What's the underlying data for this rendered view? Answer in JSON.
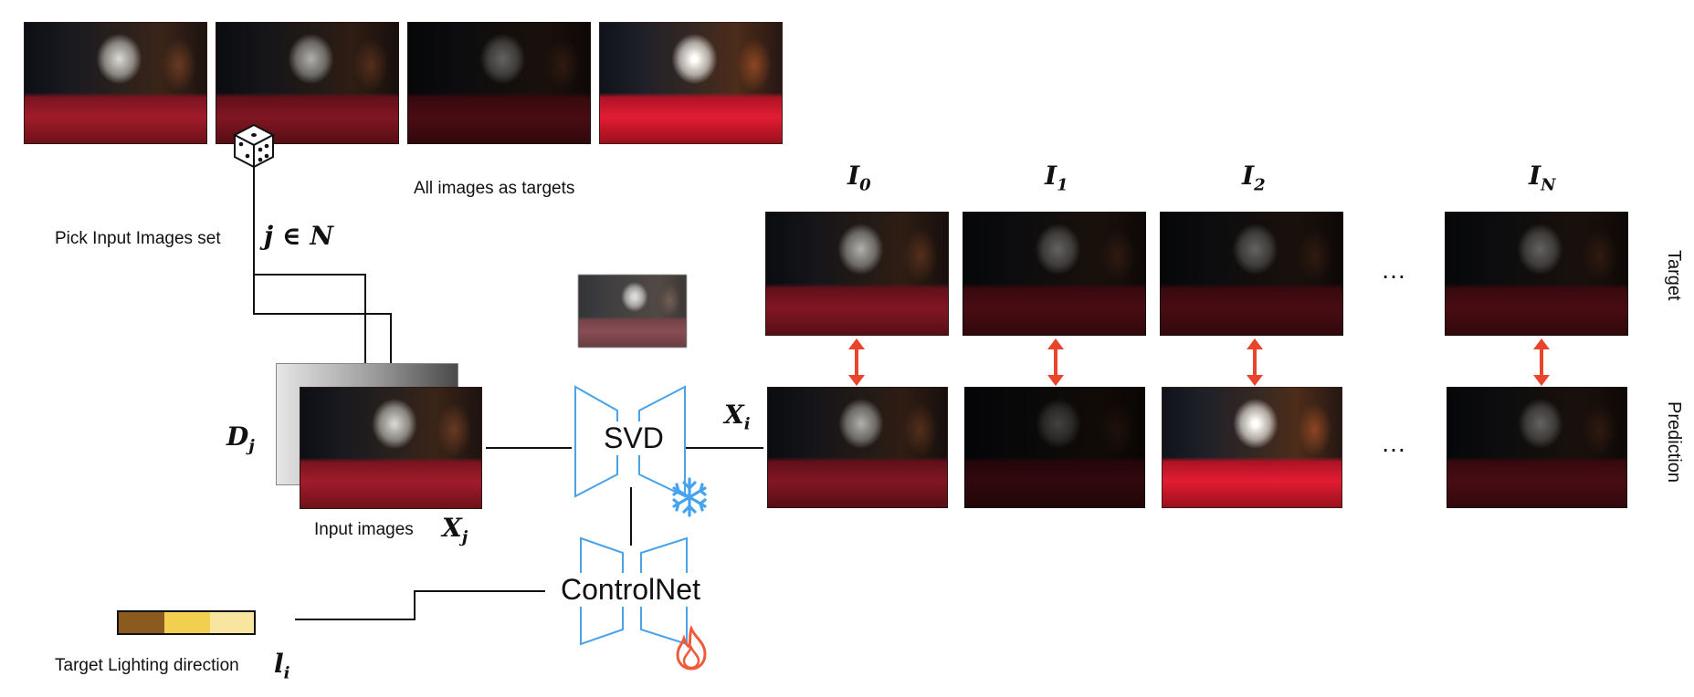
{
  "labels": {
    "pick_input": "Pick Input Images set",
    "j_in_n": "j ∈ N",
    "all_targets": "All images as targets",
    "d_j": "D",
    "d_j_sub": "j",
    "input_images": "Input images",
    "x_j": "X",
    "x_j_sub": "j",
    "x_i": "X",
    "x_i_sub": "i",
    "svd": "SVD",
    "controlnet": "ControlNet",
    "target_lighting": "Target Lighting direction",
    "l_i": "l",
    "l_i_sub": "i",
    "target_row": "Target",
    "prediction_row": "Prediction",
    "ellipsis_top": "…",
    "ellipsis_bottom": "…"
  },
  "columns": [
    {
      "label": "I",
      "sub": "0"
    },
    {
      "label": "I",
      "sub": "1"
    },
    {
      "label": "I",
      "sub": "2"
    },
    {
      "label": "I",
      "sub": "N"
    }
  ],
  "icons": {
    "dice": "dice-icon",
    "snowflake": "snowflake-icon",
    "fire": "fire-icon",
    "arrow": "double-arrow-icon"
  },
  "colors": {
    "network_outline": "#4aa3e8",
    "arrow": "#e8452c",
    "snowflake": "#45a3f0",
    "fire": "#ef5a3a",
    "light_bar": [
      "#8b5a1e",
      "#f2cf4e",
      "#f7e5a0"
    ]
  }
}
